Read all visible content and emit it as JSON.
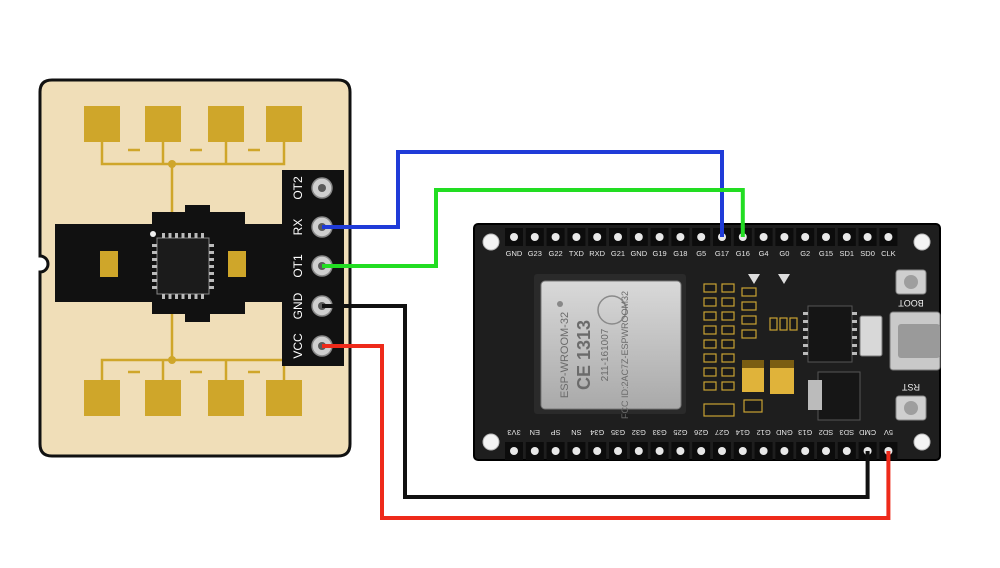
{
  "radar_module": {
    "pins": [
      {
        "id": "ot2",
        "label": "OT2"
      },
      {
        "id": "rx",
        "label": "RX"
      },
      {
        "id": "ot1",
        "label": "OT1"
      },
      {
        "id": "gnd",
        "label": "GND"
      },
      {
        "id": "vcc",
        "label": "VCC"
      }
    ],
    "colors": {
      "board": "#f0deb8",
      "pad": "#cfa62a",
      "mask": "#111111"
    }
  },
  "esp32": {
    "top_pins": [
      "GND",
      "G23",
      "G22",
      "TXD",
      "RXD",
      "G21",
      "GND",
      "G19",
      "G18",
      "G5",
      "G17",
      "G16",
      "G4",
      "G0",
      "G2",
      "G15",
      "SD1",
      "SD0",
      "CLK"
    ],
    "bottom_pins": [
      "3V3",
      "EN",
      "SP",
      "SN",
      "G34",
      "G35",
      "G32",
      "G33",
      "G25",
      "G26",
      "G27",
      "G14",
      "G12",
      "GND",
      "G13",
      "SD2",
      "SD3",
      "CMD",
      "5V"
    ],
    "module_text": {
      "line1": "ESP-WROOM-32",
      "line2": "CE 1313",
      "line3": "211-161007",
      "line4": "FCC ID:2AC7Z-ESPWROOM32"
    },
    "boot_label": "BOOT",
    "rst_label": "RST"
  },
  "wires": [
    {
      "id": "rx-to-g17",
      "color": "#1f3bd8"
    },
    {
      "id": "ot1-to-g16",
      "color": "#22dd22"
    },
    {
      "id": "gnd-to-gnd",
      "color": "#111111"
    },
    {
      "id": "vcc-to-5v",
      "color": "#ee2a1a"
    }
  ]
}
